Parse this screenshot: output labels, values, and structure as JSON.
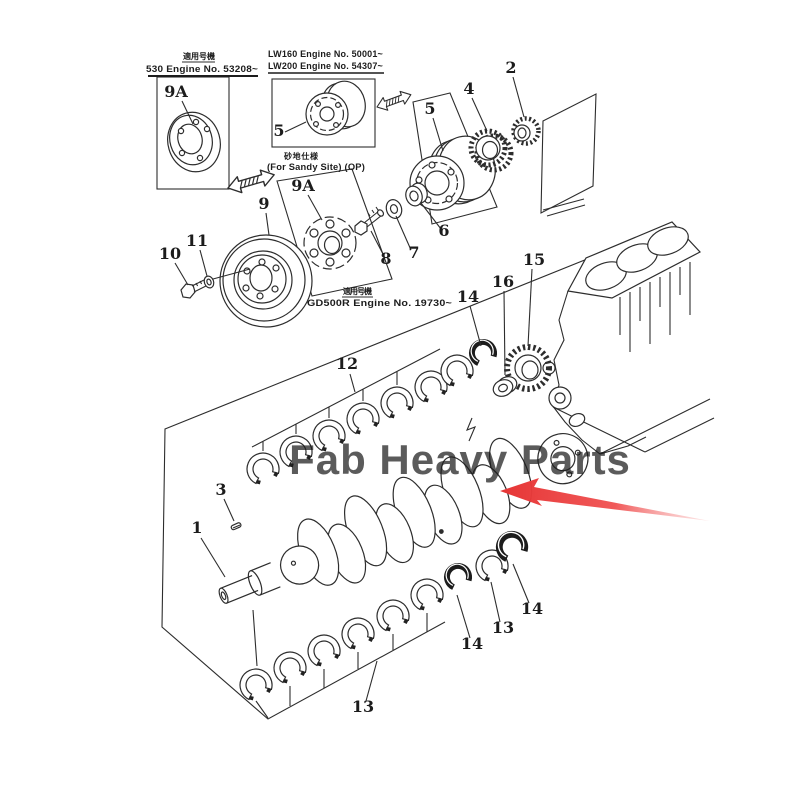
{
  "diagram": {
    "kind": "exploded-parts-diagram",
    "subject": "engine crankshaft and main bearing assembly"
  },
  "captions": {
    "left_box": {
      "kanji": "適用号機",
      "text": "530  Engine  No. 53208~"
    },
    "mid_box": {
      "line1": "LW160  Engine  No. 50001~",
      "line2": "LW200  Engine  No. 54307~"
    },
    "sandy": {
      "kanji": "砂地仕様",
      "text": "(For Sandy Site)  (OP)"
    },
    "gd": {
      "kanji": "適用号機",
      "text": "GD500R  Engine  No. 19730~"
    }
  },
  "watermark": {
    "text": "Fab Heavy Parts",
    "color": "#F7BE93"
  },
  "pointer": {
    "color": "#EE3B3B"
  },
  "labels": [
    {
      "part": "9A"
    },
    {
      "part": "5"
    },
    {
      "part": "5"
    },
    {
      "part": "2"
    },
    {
      "part": "4"
    },
    {
      "part": "9A"
    },
    {
      "part": "6"
    },
    {
      "part": "7"
    },
    {
      "part": "8"
    },
    {
      "part": "9"
    },
    {
      "part": "10"
    },
    {
      "part": "11"
    },
    {
      "part": "12"
    },
    {
      "part": "15"
    },
    {
      "part": "16"
    },
    {
      "part": "14"
    },
    {
      "part": "3"
    },
    {
      "part": "1"
    },
    {
      "part": "13"
    },
    {
      "part": "14"
    },
    {
      "part": "13"
    },
    {
      "part": "14"
    }
  ]
}
